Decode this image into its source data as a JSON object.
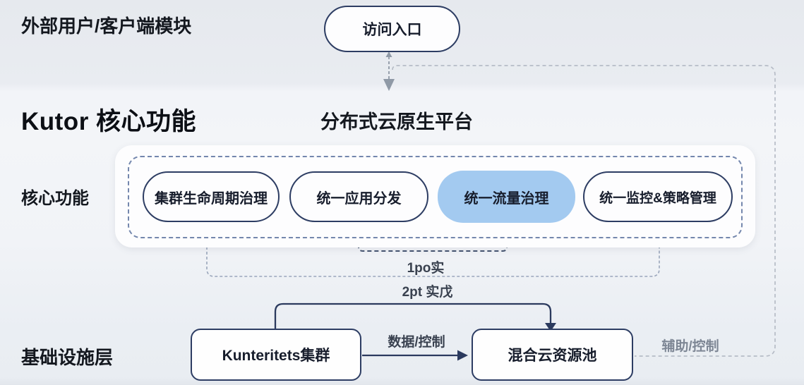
{
  "external": {
    "label": "外部用户/客户端模块",
    "entry_pill": "访问入口"
  },
  "platform": {
    "title": "Kutor 核心功能",
    "subtitle": "分布式云原生平台",
    "side_label": "核心功能",
    "pills": [
      {
        "label": "集群生命周期治理",
        "highlighted": false
      },
      {
        "label": "统一应用分发",
        "highlighted": false
      },
      {
        "label": "统一流量治理",
        "highlighted": true
      },
      {
        "label": "统一监控&策略管理",
        "highlighted": false
      }
    ]
  },
  "connectors": {
    "bracket_label": "1po实",
    "long_label": "2pt 实戊",
    "data_control_label": "数据/控制",
    "aux_control_label": "辅助/控制"
  },
  "infrastructure": {
    "label": "基础设施层",
    "cluster_box": "Kunteritets集群",
    "resource_box": "混合云资源池"
  },
  "colors": {
    "navy": "#2d3d63",
    "highlight_blue": "#a3caf0",
    "dashed_frame": "#7487ad",
    "gray_dashed": "#b6bcc6",
    "connector_gray": "#9aa6bb",
    "text_dark": "#14181f",
    "muted_label": "#7e8795"
  }
}
